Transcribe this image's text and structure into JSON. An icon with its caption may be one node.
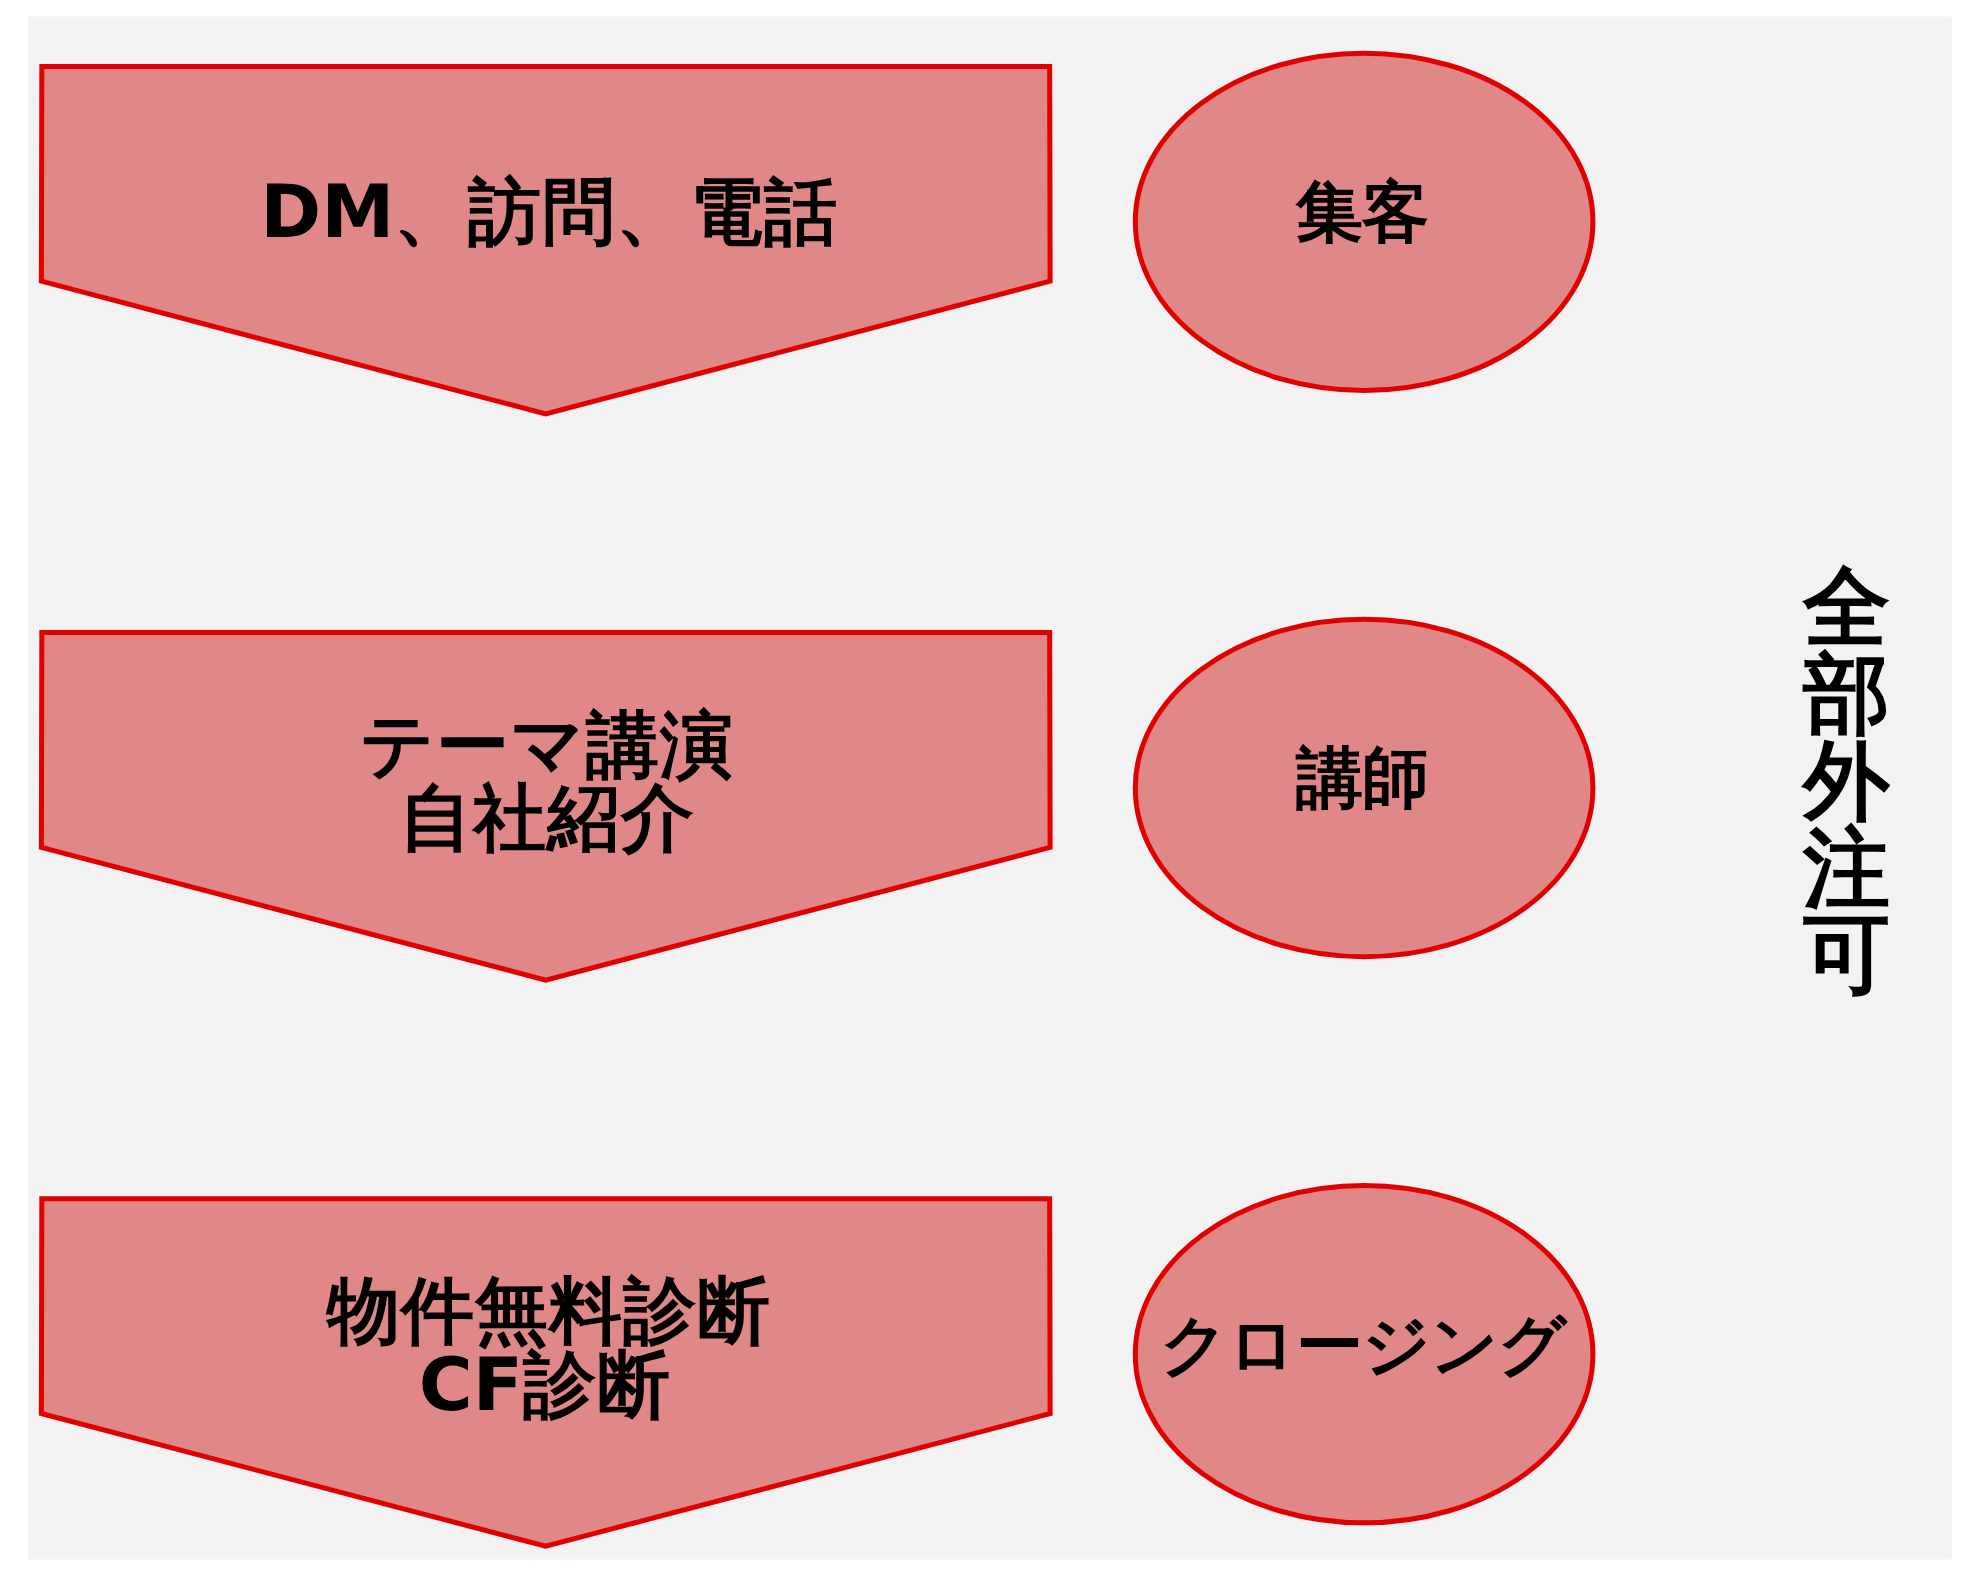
{
  "diagram": {
    "nodes": [
      {
        "text": [
          "DM、訪問、電話"
        ]
      },
      {
        "text": [
          "集客"
        ]
      },
      {
        "text": [
          "テーマ講演",
          "自社紹介"
        ]
      },
      {
        "text": [
          "講師"
        ]
      },
      {
        "text": [
          "物件無料診断",
          "CF診断"
        ]
      },
      {
        "text": [
          "クロージング"
        ]
      }
    ],
    "labels": [
      "全部外注可"
    ]
  }
}
